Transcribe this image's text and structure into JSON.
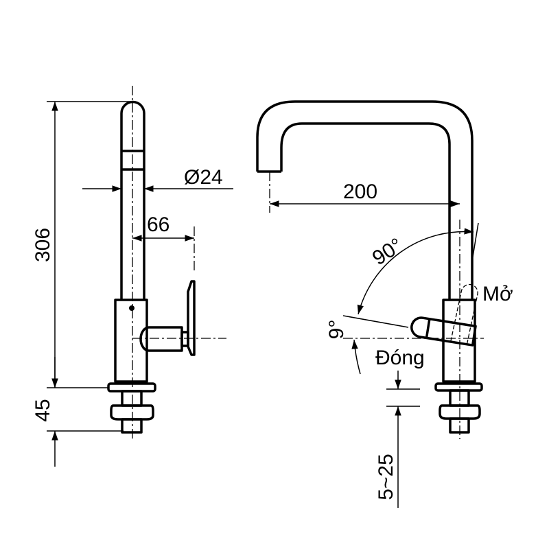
{
  "side_view": {
    "height_dimension": "306",
    "base_dimension": "45",
    "diameter_dimension": "Ø24",
    "handle_offset_dimension": "66"
  },
  "front_view": {
    "reach_dimension": "200",
    "rotation_angle": "90°",
    "closed_angle": "9°",
    "open_label": "Mở",
    "closed_label": "Đóng",
    "counter_thickness": "5~25"
  }
}
